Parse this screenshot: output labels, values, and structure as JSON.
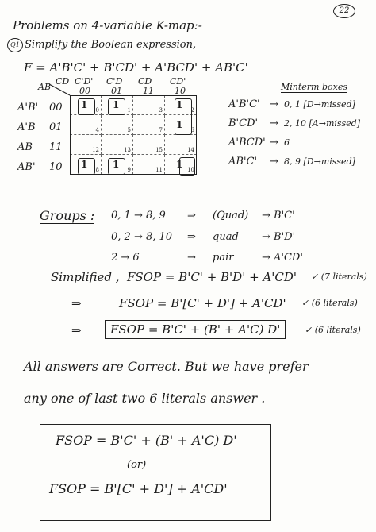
{
  "page_number": "22",
  "title": "Problems on 4-variable K-map:-",
  "question_tag": "Q1",
  "question": "Simplify the Boolean expression,",
  "expression": "F = A'B'C' + B'CD' + A'BCD' + AB'C'",
  "kmap": {
    "corner_row": "AB",
    "corner_col": "CD",
    "col_vars": [
      "C'D'",
      "C'D",
      "CD",
      "CD'"
    ],
    "col_codes": [
      "00",
      "01",
      "11",
      "10"
    ],
    "row_vars": [
      "A'B'",
      "A'B",
      "AB",
      "AB'"
    ],
    "row_codes": [
      "00",
      "01",
      "11",
      "10"
    ],
    "cells": [
      {
        "r": 0,
        "c": 0,
        "v": "1",
        "m": "0"
      },
      {
        "r": 0,
        "c": 1,
        "v": "1",
        "m": "1"
      },
      {
        "r": 0,
        "c": 2,
        "v": "",
        "m": "3"
      },
      {
        "r": 0,
        "c": 3,
        "v": "1",
        "m": "2"
      },
      {
        "r": 1,
        "c": 0,
        "v": "",
        "m": "4"
      },
      {
        "r": 1,
        "c": 1,
        "v": "",
        "m": "5"
      },
      {
        "r": 1,
        "c": 2,
        "v": "",
        "m": "7"
      },
      {
        "r": 1,
        "c": 3,
        "v": "1",
        "m": "6"
      },
      {
        "r": 2,
        "c": 0,
        "v": "",
        "m": "12"
      },
      {
        "r": 2,
        "c": 1,
        "v": "",
        "m": "13"
      },
      {
        "r": 2,
        "c": 2,
        "v": "",
        "m": "15"
      },
      {
        "r": 2,
        "c": 3,
        "v": "",
        "m": "14"
      },
      {
        "r": 3,
        "c": 0,
        "v": "1",
        "m": "8"
      },
      {
        "r": 3,
        "c": 1,
        "v": "1",
        "m": "9"
      },
      {
        "r": 3,
        "c": 2,
        "v": "",
        "m": "11"
      },
      {
        "r": 3,
        "c": 3,
        "v": "1",
        "m": "10"
      }
    ]
  },
  "minterms": {
    "heading": "Minterm boxes",
    "rows": [
      {
        "term": "A'B'C'",
        "arrow": "→",
        "value": "0, 1 [D→missed]"
      },
      {
        "term": "B'CD'",
        "arrow": "→",
        "value": "2, 10 [A→missed]"
      },
      {
        "term": "A'BCD'",
        "arrow": "→",
        "value": "6"
      },
      {
        "term": "AB'C'",
        "arrow": "→",
        "value": "8, 9 [D→missed]"
      }
    ]
  },
  "groups": {
    "label": "Groups :",
    "rows": [
      {
        "terms": "0, 1 → 8, 9",
        "arrow": "⇒",
        "kind": "(Quad)",
        "result": "→ B'C'"
      },
      {
        "terms": "0, 2 → 8, 10",
        "arrow": "⇒",
        "kind": "quad",
        "result": "→ B'D'"
      },
      {
        "terms": "2 → 6",
        "arrow": "→",
        "kind": "pair",
        "result": "→ A'CD'"
      }
    ]
  },
  "simplified": {
    "label": "Simplified ,",
    "line1": "FSOP = B'C' + B'D' + A'CD'",
    "note1": "✓ (7 literals)",
    "arrow": "⇒",
    "line2": "FSOP = B'[C' + D'] + A'CD'",
    "note2": "✓ (6 literals)",
    "line3": "FSOP = B'C' + (B' + A'C) D'",
    "note3": "✓ (6 literals)"
  },
  "conclusion": {
    "line1": "All answers are Correct. But we have prefer",
    "line2": "any one of last two 6 literals answer ."
  },
  "final": {
    "line1": "FSOP = B'C' + (B' + A'C) D'",
    "or": "(or)",
    "line2": "FSOP = B'[C' + D'] + A'CD'"
  }
}
